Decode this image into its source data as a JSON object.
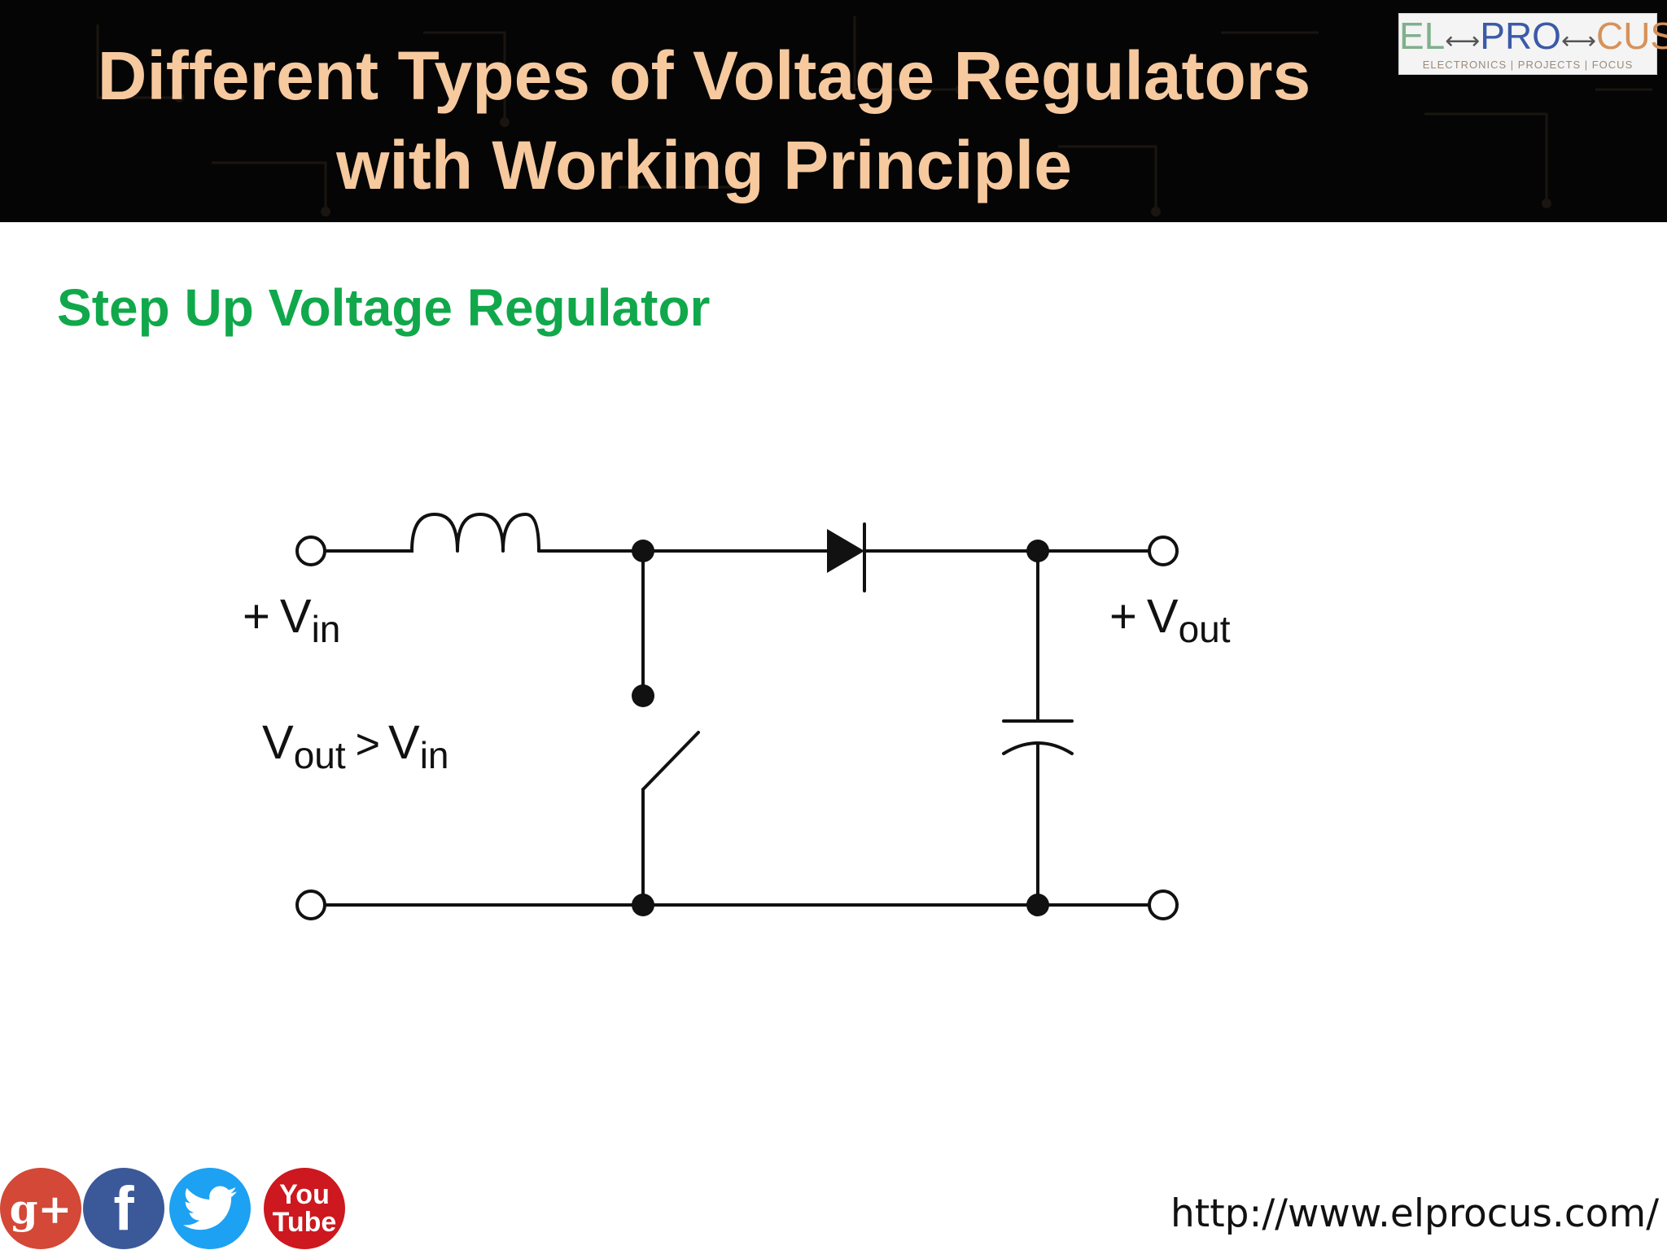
{
  "header": {
    "title_line1": "Different Types of Voltage Regulators",
    "title_line2": "with Working Principle",
    "background_color": "#050505",
    "title_color": "#f6c99f"
  },
  "logo": {
    "part1": "EL",
    "arrow1": "⟷",
    "part2": "PRO",
    "arrow2": "⟷",
    "part3": "CUS",
    "tagline": "ELECTRONICS | PROJECTS | FOCUS",
    "colors": {
      "el": "#7fb08c",
      "pro": "#3b5aa8",
      "cus": "#d6925a"
    }
  },
  "section": {
    "subtitle": "Step Up Voltage Regulator",
    "subtitle_color": "#10a84b"
  },
  "diagram": {
    "vin_plus": "+",
    "vin_v": "V",
    "vin_sub": "in",
    "vout_plus": "+",
    "vout_v": "V",
    "vout_sub": "out",
    "cond_v1": "V",
    "cond_sub1": "out",
    "cond_gt": ">",
    "cond_v2": "V",
    "cond_sub2": "in",
    "components": [
      "inductor",
      "diode",
      "switch",
      "capacitor"
    ]
  },
  "social": {
    "icons": [
      {
        "name": "google-plus-icon",
        "label": "g+",
        "color": "#d34836"
      },
      {
        "name": "facebook-icon",
        "label": "f",
        "color": "#3b5998"
      },
      {
        "name": "twitter-icon",
        "label": "twitter",
        "color": "#1da1f2"
      },
      {
        "name": "youtube-icon",
        "label_top": "You",
        "label_bottom": "Tube",
        "color": "#cc181e"
      }
    ]
  },
  "footer": {
    "url": "http://www.elprocus.com/"
  }
}
